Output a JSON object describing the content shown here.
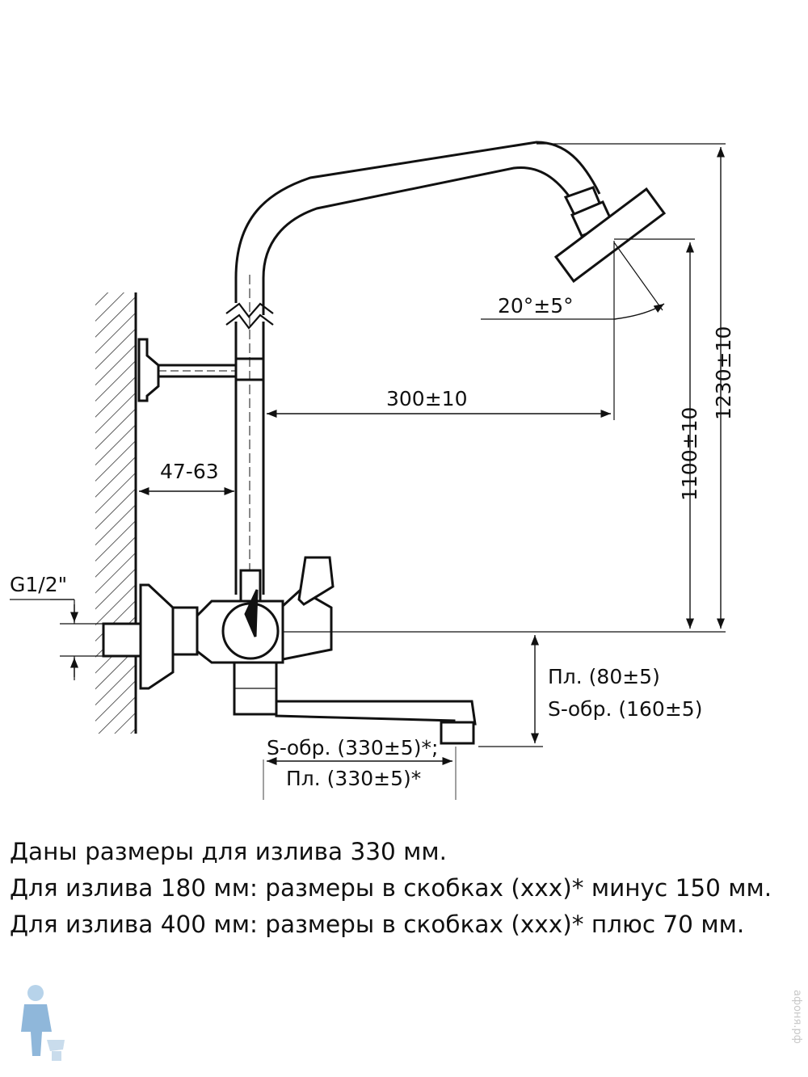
{
  "dimensions": {
    "angle": "20°±5°",
    "reach": "300±10",
    "wall_offset": "47-63",
    "thread": "G1/2\"",
    "height_head": "1100±10",
    "height_total": "1230±10",
    "vert_pl": "Пл. (80±5)",
    "vert_s": "S-обр. (160±5)",
    "spout_s": "S-обр. (330±5)*;",
    "spout_pl": "Пл. (330±5)*"
  },
  "notes": [
    "Даны размеры для излива 330 мм.",
    "Для излива 180 мм: размеры в скобках (xxx)* минус 150 мм.",
    "Для излива 400 мм: размеры в скобках (xxx)* плюс 70 мм."
  ],
  "watermark": "афоня.рф"
}
